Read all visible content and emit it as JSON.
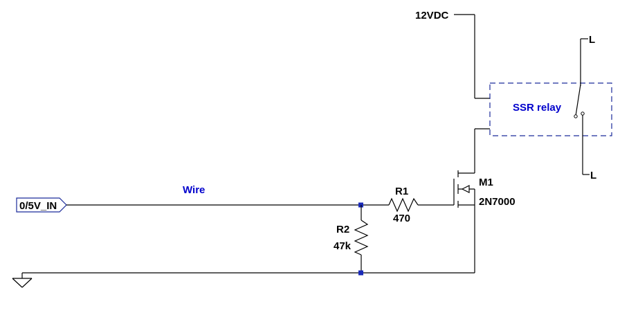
{
  "schematic": {
    "input_port_label": "0/5V_IN",
    "supply_label": "12VDC",
    "wire_note": "Wire",
    "relay_label": "SSR relay",
    "load_top_label": "L",
    "load_bottom_label": "L",
    "r1": {
      "name": "R1",
      "value": "470"
    },
    "r2": {
      "name": "R2",
      "value": "47k"
    },
    "m1": {
      "name": "M1",
      "model": "2N7000"
    }
  },
  "colors": {
    "wire": "#000000",
    "note_text": "#0000cc",
    "relay_box": "#1a2a9a",
    "junction": "#1a2ab8",
    "port_fill": "#ffffff"
  }
}
